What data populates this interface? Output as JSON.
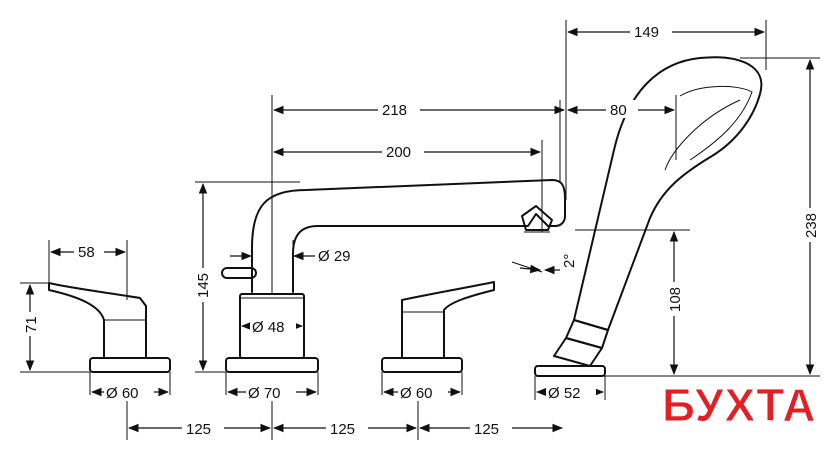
{
  "dimensions": {
    "d149": "149",
    "d218": "218",
    "d80": "80",
    "d200": "200",
    "d58": "58",
    "d29": "Ø 29",
    "d2deg": "2°",
    "d238": "238",
    "d145": "145",
    "d71": "71",
    "d48": "Ø 48",
    "d108": "108",
    "d60a": "Ø 60",
    "d70": "Ø 70",
    "d60b": "Ø 60",
    "d52": "Ø 52",
    "d125a": "125",
    "d125b": "125",
    "d125c": "125"
  },
  "logo": {
    "text": "БУХТА",
    "color": "#e31e24"
  }
}
